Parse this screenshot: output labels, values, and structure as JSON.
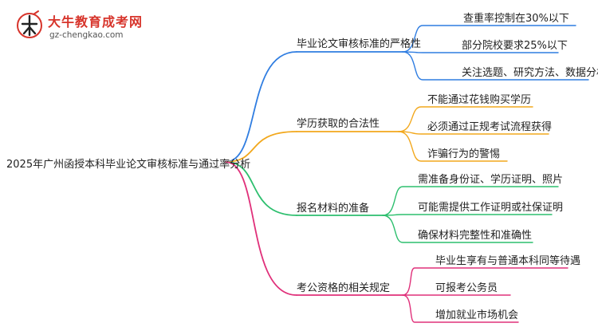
{
  "logo": {
    "title": "大牛教育成考网",
    "url": "gz-chengkao.com"
  },
  "root": "2025年广州函授本科毕业论文审核标准与通过率分析",
  "branches": [
    {
      "label": "毕业论文审核标准的严格性",
      "color": "#2f7de1",
      "leaves": [
        "查重率控制在30%以下",
        "部分院校要求25%以下",
        "关注选题、研究方法、数据分析"
      ]
    },
    {
      "label": "学历获取的合法性",
      "color": "#f2a81d",
      "leaves": [
        "不能通过花钱购买学历",
        "必须通过正规考试流程获得",
        "诈骗行为的警惕"
      ]
    },
    {
      "label": "报名材料的准备",
      "color": "#2dbf6e",
      "leaves": [
        "需准备身份证、学历证明、照片",
        "可能需提供工作证明或社保证明",
        "确保材料完整性和准确性"
      ]
    },
    {
      "label": "考公资格的相关规定",
      "color": "#e0307a",
      "leaves": [
        "毕业生享有与普通本科同等待遇",
        "可报考公务员",
        "增加就业市场机会"
      ]
    }
  ]
}
